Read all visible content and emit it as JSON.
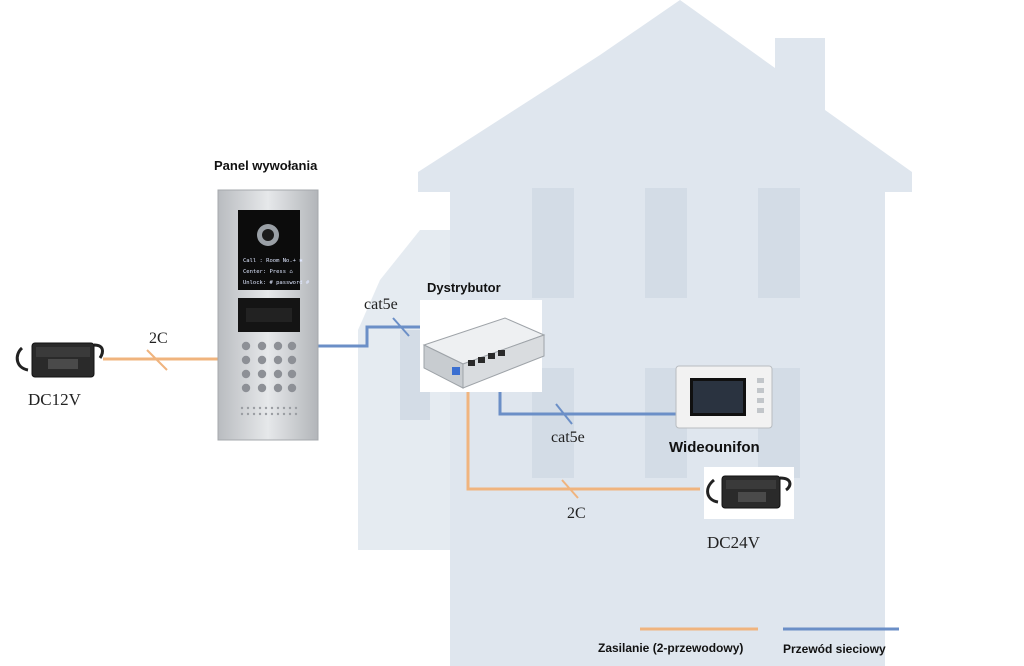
{
  "labels": {
    "panel_title": "Panel wywołania",
    "distributor_title": "Dystrybutor",
    "monitor_title": "Wideounifon",
    "psu_left": "DC12V",
    "psu_right": "DC24V",
    "wire_2c_left": "2C",
    "wire_cat5e_top": "cat5e",
    "wire_cat5e_bottom": "cat5e",
    "wire_2c_bottom": "2C"
  },
  "panel_screen_lines": [
    "Call : Room No.+ ✱",
    "Center: Press ⌂",
    "Unlock: # password #"
  ],
  "legend": {
    "power": "Zasilanie (2-przewodowy)",
    "network": "Przewód sieciowy"
  },
  "colors": {
    "power_wire": "#f0b47e",
    "network_wire": "#6b8fc7",
    "house": "#dfe6ee",
    "house_window": "#cbd6e1"
  }
}
